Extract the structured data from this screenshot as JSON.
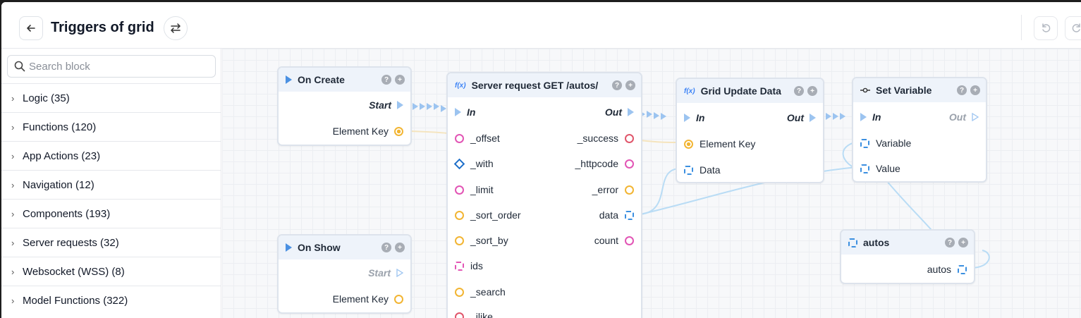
{
  "header": {
    "title": "Triggers of grid",
    "back_icon": "arrow-left-icon",
    "swap_icon": "swap-arrows-icon",
    "undo_icon": "undo-icon",
    "redo_icon": "redo-icon"
  },
  "sidebar": {
    "search_placeholder": "Search block",
    "categories": [
      {
        "label": "Logic (35)"
      },
      {
        "label": "Functions (120)"
      },
      {
        "label": "App Actions (23)"
      },
      {
        "label": "Navigation (12)"
      },
      {
        "label": "Components (193)"
      },
      {
        "label": "Server requests (32)"
      },
      {
        "label": "Websocket (WSS) (8)"
      },
      {
        "label": "Model Functions (322)"
      }
    ]
  },
  "nodes": {
    "on_create": {
      "title": "On Create",
      "start": "Start",
      "element_key": "Element Key"
    },
    "on_show": {
      "title": "On Show",
      "start": "Start",
      "element_key": "Element Key"
    },
    "server_request": {
      "title": "Server request GET /autos/",
      "in": "In",
      "out": "Out",
      "inputs": [
        "_offset",
        "_with",
        "_limit",
        "_sort_order",
        "_sort_by",
        "ids",
        "_search",
        "_ilike"
      ],
      "outputs": [
        "_success",
        "_httpcode",
        "_error",
        "data",
        "count"
      ]
    },
    "grid_update": {
      "title": "Grid Update Data",
      "in": "In",
      "out": "Out",
      "element_key": "Element Key",
      "data": "Data"
    },
    "set_variable": {
      "title": "Set Variable",
      "in": "In",
      "out": "Out",
      "variable": "Variable",
      "value": "Value"
    },
    "autos": {
      "title": "autos",
      "output": "autos"
    }
  },
  "colors": {
    "flow_wire": "#9cc4f0",
    "data_wire": "#b9dcf5",
    "pin_pink": "#e255b5",
    "pin_orange": "#f2b533",
    "pin_red": "#e0566b",
    "pin_blue": "#3b8fe0"
  }
}
